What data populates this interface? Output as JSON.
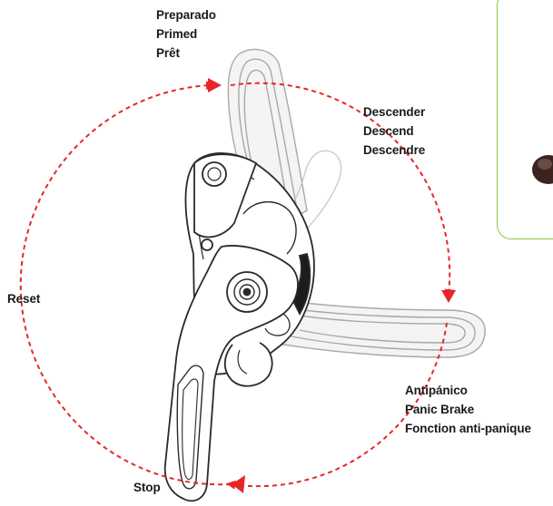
{
  "labels": {
    "primed": [
      "Preparado",
      "Primed",
      "Prêt"
    ],
    "descend": [
      "Descender",
      "Descend",
      "Descendre"
    ],
    "reset": [
      "Reset"
    ],
    "panic": [
      "Antipánico",
      "Panic Brake",
      "Fonction anti-panique"
    ],
    "stop": [
      "Stop"
    ]
  },
  "colors": {
    "arrow": "#e8262a",
    "outline": "#2a2a2a",
    "ghost": "#a8a8a8",
    "callout_border": "#8cc63f"
  }
}
